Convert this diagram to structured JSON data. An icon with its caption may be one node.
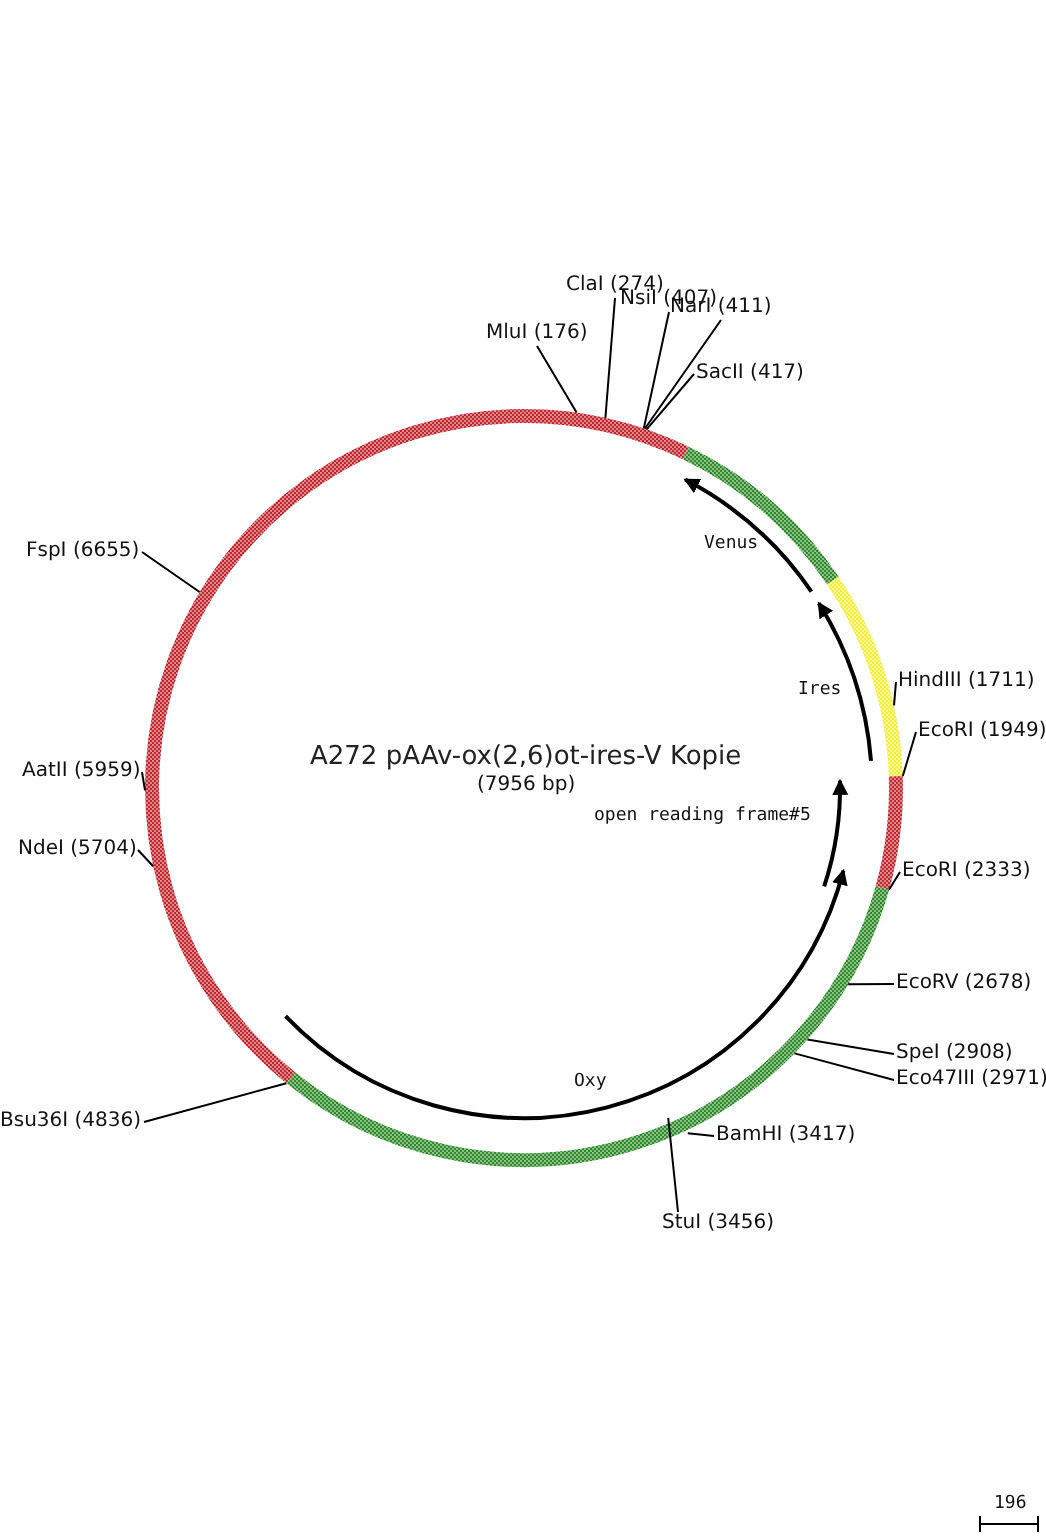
{
  "diagram": {
    "title": "A272 pAAv-ox(2,6)ot-ires-V Kopie",
    "nodes": [
      {
        "text": [
          "MluI (176)"
        ]
      },
      {
        "text": [
          "ClaI (274)"
        ]
      },
      {
        "text": [
          "NsiI (407)"
        ]
      },
      {
        "text": [
          "NarI (411)"
        ]
      },
      {
        "text": [
          "SacII (417)"
        ]
      },
      {
        "text": [
          "HindIII (1711)"
        ]
      },
      {
        "text": [
          "EcoRI (1949)"
        ]
      },
      {
        "text": [
          "EcoRI (2333)"
        ]
      },
      {
        "text": [
          "EcoRV (2678)"
        ]
      },
      {
        "text": [
          "SpeI (2908)"
        ]
      },
      {
        "text": [
          "Eco47III (2971)"
        ]
      },
      {
        "text": [
          "BamHI (3417)"
        ]
      },
      {
        "text": [
          "StuI (3456)"
        ]
      },
      {
        "text": [
          "Bsu36I (4836)"
        ]
      },
      {
        "text": [
          "NdeI (5704)"
        ]
      },
      {
        "text": [
          "AatII (5959)"
        ]
      },
      {
        "text": [
          "FspI (6655)"
        ]
      }
    ],
    "edges": [
      {
        "from": 0,
        "to": null,
        "arrow": "none"
      },
      {
        "from": 1,
        "to": null,
        "arrow": "none"
      },
      {
        "from": 2,
        "to": null,
        "arrow": "none"
      },
      {
        "from": 3,
        "to": null,
        "arrow": "none"
      },
      {
        "from": 4,
        "to": null,
        "arrow": "none"
      },
      {
        "from": 5,
        "to": null,
        "arrow": "none"
      },
      {
        "from": 6,
        "to": null,
        "arrow": "none"
      },
      {
        "from": 7,
        "to": null,
        "arrow": "none"
      },
      {
        "from": 8,
        "to": null,
        "arrow": "none"
      },
      {
        "from": 9,
        "to": null,
        "arrow": "none"
      },
      {
        "from": 10,
        "to": null,
        "arrow": "none"
      },
      {
        "from": 11,
        "to": null,
        "arrow": "none"
      },
      {
        "from": 12,
        "to": null,
        "arrow": "none"
      },
      {
        "from": 13,
        "to": null,
        "arrow": "none"
      },
      {
        "from": 14,
        "to": null,
        "arrow": "none"
      },
      {
        "from": 15,
        "to": null,
        "arrow": "none"
      },
      {
        "from": 16,
        "to": null,
        "arrow": "none"
      }
    ],
    "labels": [
      "(7956 bp)",
      "Venus",
      "Ires",
      "open reading frame#5",
      "Oxy",
      "196"
    ]
  }
}
